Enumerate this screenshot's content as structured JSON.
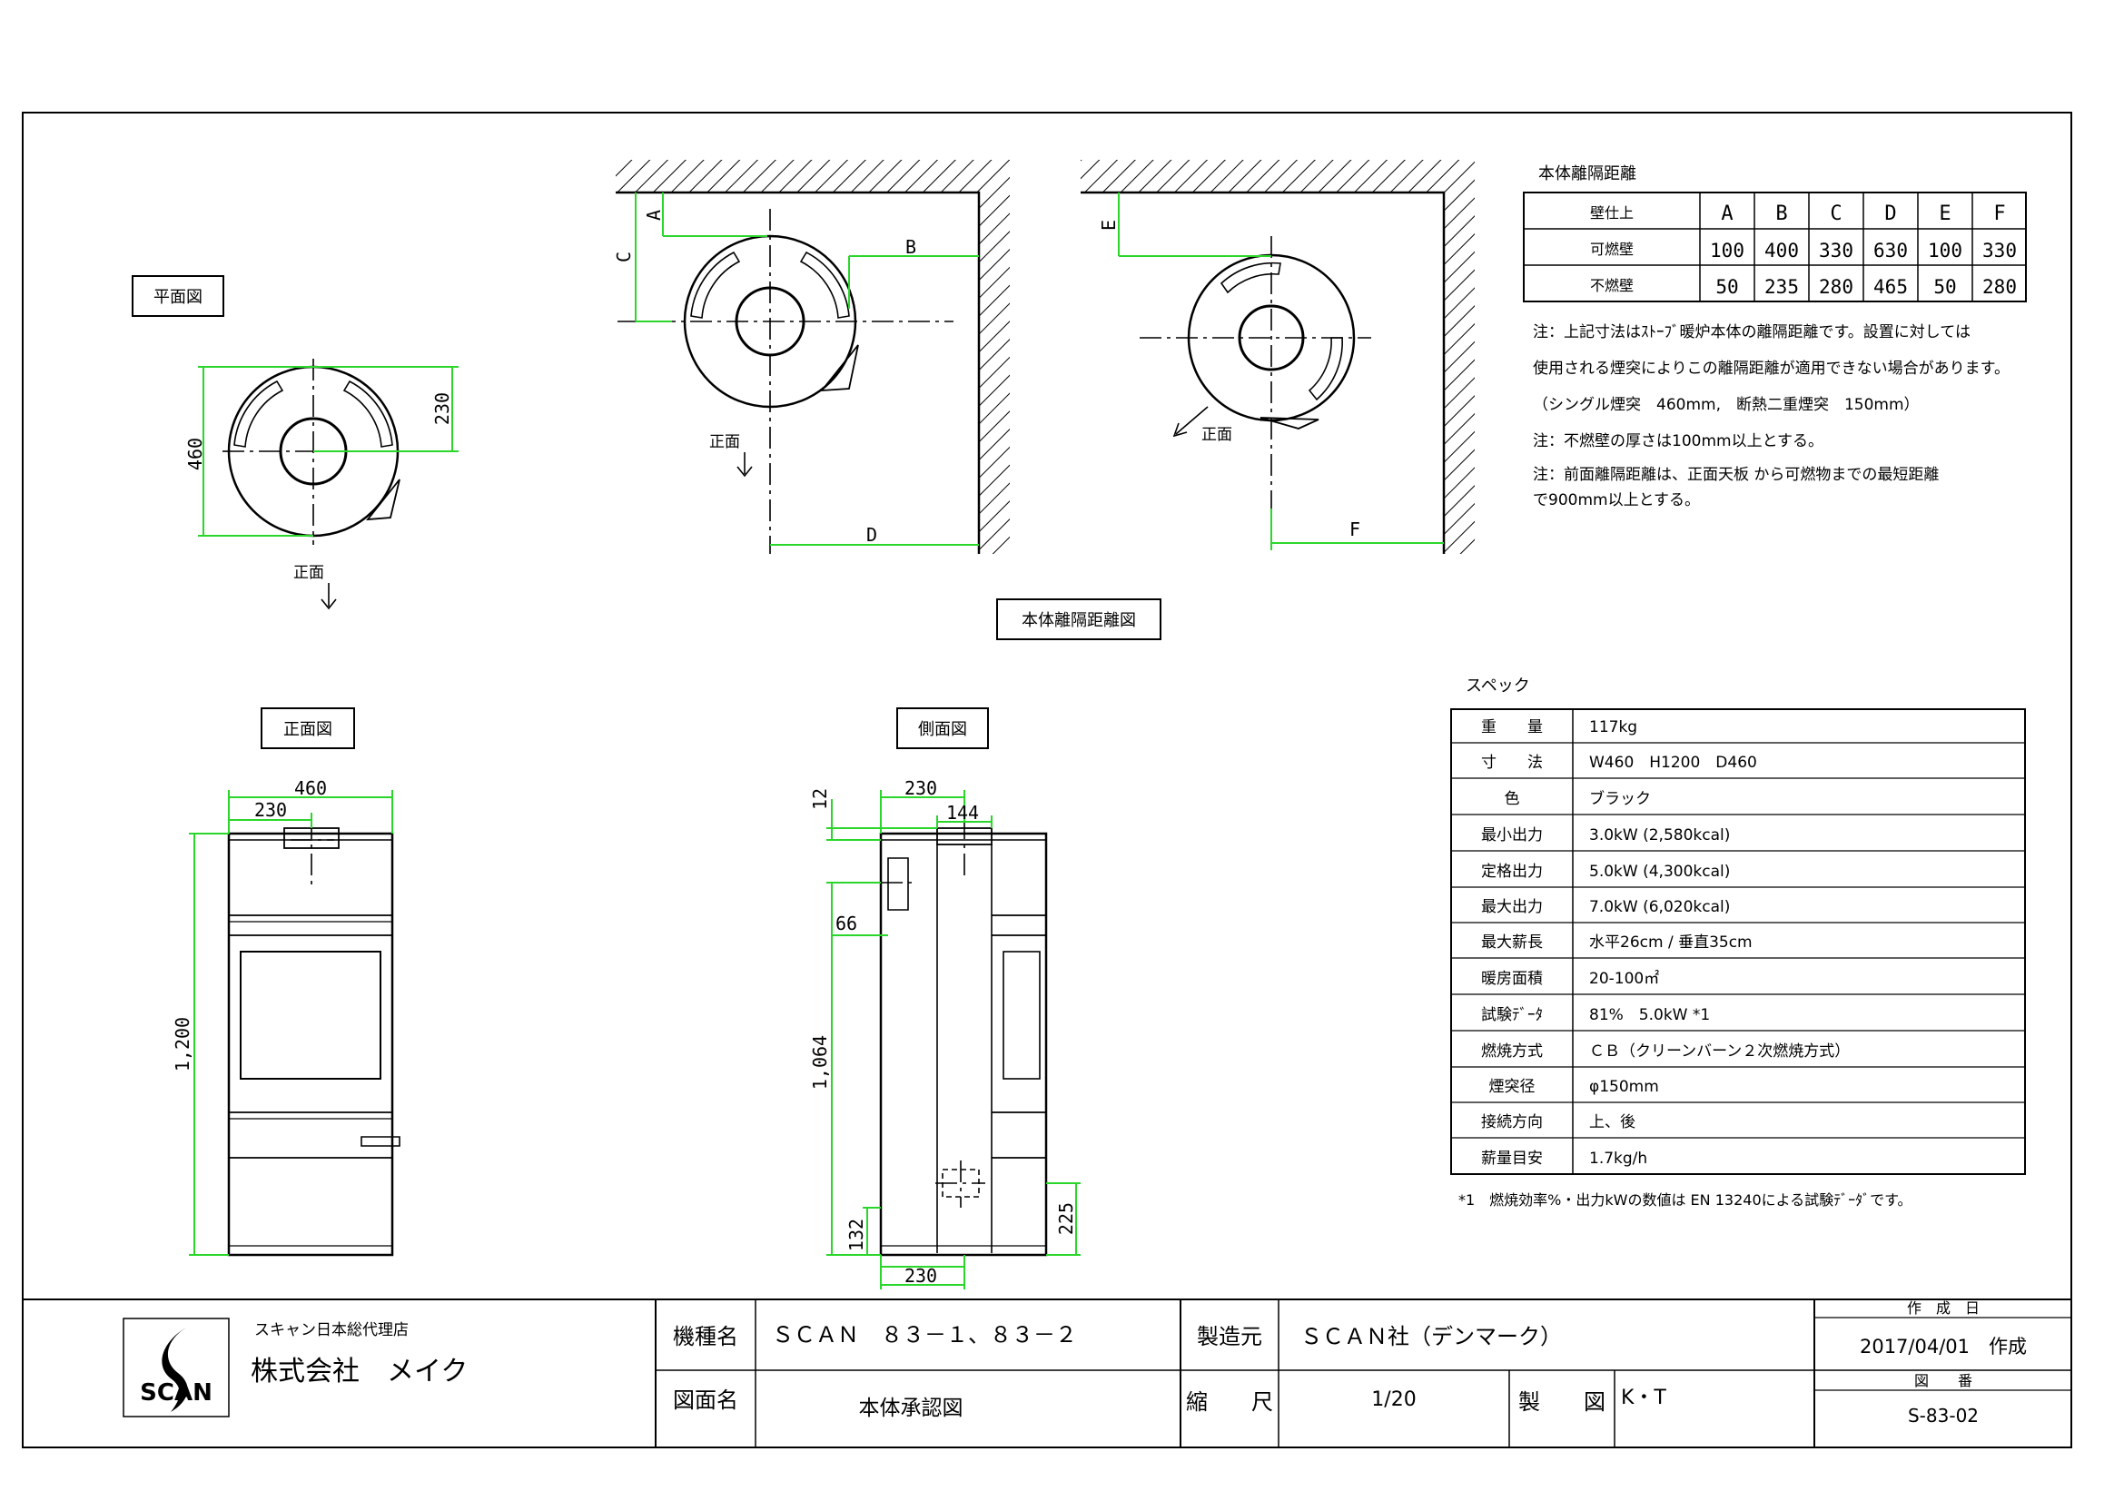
{
  "views": {
    "plan_label": "平面図",
    "front_label": "正面図",
    "side_label": "側面図",
    "clearance_label": "本体離隔距離図"
  },
  "plan": {
    "dim_width": "460",
    "dim_half": "230",
    "front": "正面"
  },
  "clearance_diagram": {
    "a": "A",
    "b": "B",
    "c": "C",
    "d": "D",
    "e": "E",
    "f": "F",
    "front_left": "正面",
    "front_right": "正面"
  },
  "front_view": {
    "dim_width": "460",
    "dim_half": "230",
    "dim_height": "1,200"
  },
  "side_view": {
    "dim_top": "230",
    "dim_12": "12",
    "dim_144": "144",
    "dim_66": "66",
    "dim_1064": "1,064",
    "dim_132": "132",
    "dim_225": "225",
    "dim_bottom": "230"
  },
  "clearance_table": {
    "title": "本体離隔距離",
    "headers": [
      "壁仕上",
      "A",
      "B",
      "C",
      "D",
      "E",
      "F"
    ],
    "rows": [
      [
        "可燃壁",
        "100",
        "400",
        "330",
        "630",
        "100",
        "330"
      ],
      [
        "不燃壁",
        "50",
        "235",
        "280",
        "465",
        "50",
        "280"
      ]
    ]
  },
  "notes": [
    "注：上記寸法はｽﾄｰﾌﾞ暖炉本体の離隔距離です。設置に対しては",
    "使用される煙突によりこの離隔距離が適用できない場合があります。",
    "（シングル煙突　460mm,　断熱二重煙突　150mm）",
    "注：不燃壁の厚さは100mm以上とする。",
    "注：前面離隔距離は、正面天板 から可燃物までの最短距離",
    "で900mm以上とする。"
  ],
  "specs": {
    "title": "スペック",
    "rows": [
      [
        "重　　量",
        "117kg"
      ],
      [
        "寸　　法",
        "W460　H1200　D460"
      ],
      [
        "色",
        "ブラック"
      ],
      [
        "最小出力",
        "3.0kW (2,580kcal)"
      ],
      [
        "定格出力",
        "5.0kW (4,300kcal)"
      ],
      [
        "最大出力",
        "7.0kW (6,020kcal)"
      ],
      [
        "最大薪長",
        "水平26cm / 垂直35cm"
      ],
      [
        "暖房面積",
        "20-100㎡"
      ],
      [
        "試験ﾃﾞｰﾀ",
        "81%　5.0kW *1"
      ],
      [
        "燃焼方式",
        "ＣＢ（クリーンバーン２次燃焼方式）"
      ],
      [
        "煙突径",
        "φ150mm"
      ],
      [
        "接続方向",
        "上、後"
      ],
      [
        "薪量目安",
        "1.7kg/h"
      ]
    ],
    "footnote": "*1　燃焼効率%・出力kWの数値は EN 13240による試験ﾃﾞｰﾀﾞです。"
  },
  "title_block": {
    "dealer_sub": "スキャン日本総代理店",
    "dealer": "株式会社　メイク",
    "logo": "SCAN",
    "model_label": "機種名",
    "model": "ＳＣＡＮ　８３－１、８３－２",
    "maker_label": "製造元",
    "maker": "ＳＣＡＮ社（デンマーク）",
    "created_label": "作　成　日",
    "created": "2017/04/01　作成",
    "drawing_label": "図面名",
    "drawing": "本体承認図",
    "scale_label": "縮　　尺",
    "scale": "1/20",
    "drafter_label": "製　　図",
    "drafter": "K・T",
    "number_label": "図　　番",
    "number": "S-83-02"
  }
}
